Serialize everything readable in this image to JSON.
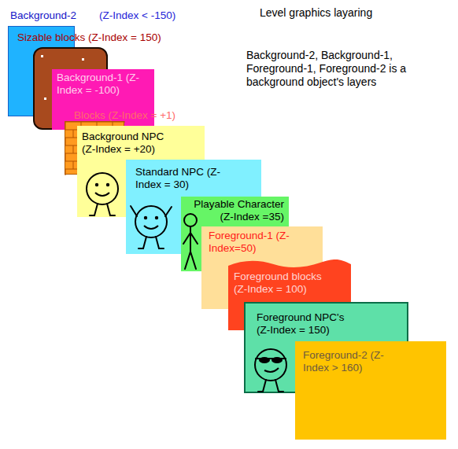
{
  "diagram": {
    "title": "Level graphics layaring",
    "nodes": [
      {
        "text": [
          "Background-2",
          "(Z-Index < -150)"
        ]
      },
      {
        "text": [
          "Sizable blocks (Z-Index = 150)"
        ]
      },
      {
        "text": [
          "Background-1 (Z-Index = -100)"
        ]
      },
      {
        "text": [
          "Blocks (Z-Index = +1)"
        ]
      },
      {
        "text": [
          "Background NPC (Z-Index = +20)"
        ]
      },
      {
        "text": [
          "Standard NPC (Z-Index = 30)"
        ]
      },
      {
        "text": [
          "Playable Character (Z-Index =35)"
        ]
      },
      {
        "text": [
          "Foreground-1 (Z-Index=50)"
        ]
      },
      {
        "text": [
          "Foreground blocks (Z-Index = 100)"
        ]
      },
      {
        "text": [
          "Foreground NPC's (Z-Index = 150)"
        ]
      },
      {
        "text": [
          "Foreground-2 (Z-Index > 160)"
        ]
      }
    ],
    "labels": [
      "Background-2, Background-1, Foreground-1, Foreground-2 is a background object's layers"
    ]
  }
}
